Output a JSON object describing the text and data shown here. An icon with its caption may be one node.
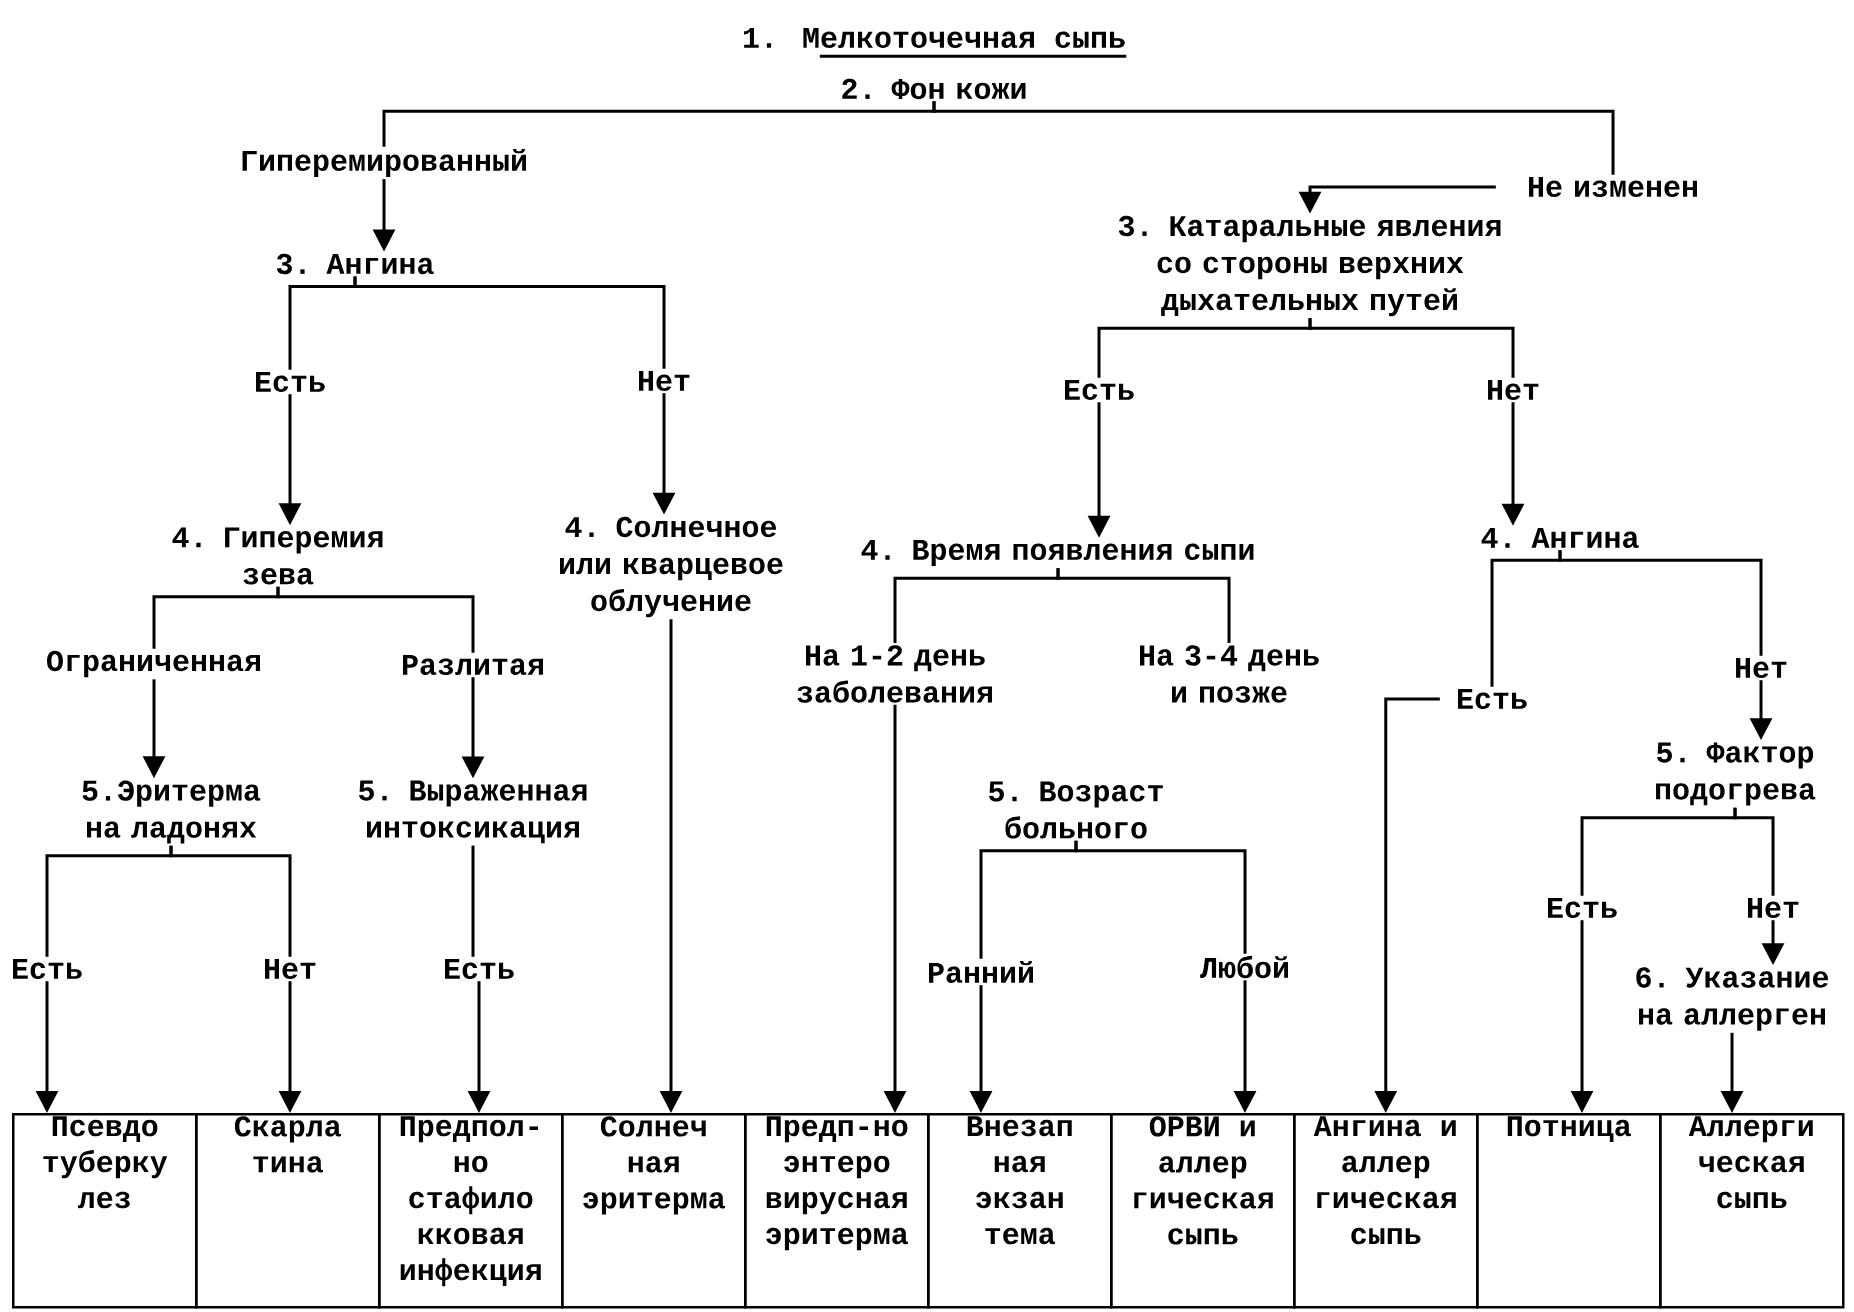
{
  "diagram": {
    "title": "1. Мелкоточечная сыпь",
    "nodes": [
      {
        "text": [
          "2. Фон кожи"
        ]
      },
      {
        "text": [
          "Гиперемированный"
        ]
      },
      {
        "text": [
          "Не изменен"
        ]
      },
      {
        "text": [
          "3. Ангина"
        ]
      },
      {
        "text": [
          "3. Катаральные явления со стороны верхних дыхательных путей"
        ]
      },
      {
        "text": [
          "Есть"
        ]
      },
      {
        "text": [
          "Нет"
        ]
      },
      {
        "text": [
          "Есть"
        ]
      },
      {
        "text": [
          "Нет"
        ]
      },
      {
        "text": [
          "4. Гиперемия зева"
        ]
      },
      {
        "text": [
          "4. Солнечное или кварцевое облучение"
        ]
      },
      {
        "text": [
          "4. Время появления сыпи"
        ]
      },
      {
        "text": [
          "4. Ангина"
        ]
      },
      {
        "text": [
          "Ограниченная"
        ]
      },
      {
        "text": [
          "Разлитая"
        ]
      },
      {
        "text": [
          "На 1-2 день заболевания"
        ]
      },
      {
        "text": [
          "На 3-4 день и позже"
        ]
      },
      {
        "text": [
          "Есть"
        ]
      },
      {
        "text": [
          "Нет"
        ]
      },
      {
        "text": [
          "5.Эритерма на ладонях"
        ]
      },
      {
        "text": [
          "5. Выраженная интоксикация"
        ]
      },
      {
        "text": [
          "5. Возраст больного"
        ]
      },
      {
        "text": [
          "5. Фактор подогрева"
        ]
      },
      {
        "text": [
          "Есть"
        ]
      },
      {
        "text": [
          "Нет"
        ]
      },
      {
        "text": [
          "Есть"
        ]
      },
      {
        "text": [
          "Ранний"
        ]
      },
      {
        "text": [
          "Любой"
        ]
      },
      {
        "text": [
          "Есть"
        ]
      },
      {
        "text": [
          "Нет"
        ]
      },
      {
        "text": [
          "6. Указание на аллерген"
        ]
      },
      {
        "text": [
          "Псевдо туберку лез"
        ]
      },
      {
        "text": [
          "Скарла тина"
        ]
      },
      {
        "text": [
          "Предпол- но стафило кковая инфекция"
        ]
      },
      {
        "text": [
          "Солнеч ная эритерма"
        ]
      },
      {
        "text": [
          "Предп-но энтеро вирусная эритерма"
        ]
      },
      {
        "text": [
          "Внезап ная экзан тема"
        ]
      },
      {
        "text": [
          "ОРВИ и аллер гическая сыпь"
        ]
      },
      {
        "text": [
          "Ангина и аллер гическая сыпь"
        ]
      },
      {
        "text": [
          "Потница"
        ]
      },
      {
        "text": [
          "Аллерги ческая сыпь"
        ]
      }
    ],
    "edges": [
      {
        "from": 0,
        "to": 1,
        "arrow": "none"
      },
      {
        "from": 0,
        "to": 2,
        "arrow": "none"
      },
      {
        "from": 1,
        "to": 3,
        "arrow": "to"
      },
      {
        "from": 2,
        "to": 4,
        "arrow": "to"
      },
      {
        "from": 3,
        "to": 5,
        "arrow": "none"
      },
      {
        "from": 3,
        "to": 6,
        "arrow": "none"
      },
      {
        "from": 4,
        "to": 7,
        "arrow": "none"
      },
      {
        "from": 4,
        "to": 8,
        "arrow": "none"
      },
      {
        "from": 5,
        "to": 9,
        "arrow": "to"
      },
      {
        "from": 6,
        "to": 10,
        "arrow": "to"
      },
      {
        "from": 7,
        "to": 11,
        "arrow": "to"
      },
      {
        "from": 8,
        "to": 12,
        "arrow": "to"
      },
      {
        "from": 9,
        "to": 13,
        "arrow": "none"
      },
      {
        "from": 9,
        "to": 14,
        "arrow": "none"
      },
      {
        "from": 10,
        "to": 34,
        "arrow": "to"
      },
      {
        "from": 11,
        "to": 15,
        "arrow": "none"
      },
      {
        "from": 11,
        "to": 16,
        "arrow": "none"
      },
      {
        "from": 12,
        "to": 17,
        "arrow": "none"
      },
      {
        "from": 12,
        "to": 18,
        "arrow": "none"
      },
      {
        "from": 13,
        "to": 19,
        "arrow": "to"
      },
      {
        "from": 14,
        "to": 20,
        "arrow": "to"
      },
      {
        "from": 15,
        "to": 35,
        "arrow": "to"
      },
      {
        "from": 17,
        "to": 38,
        "arrow": "to"
      },
      {
        "from": 18,
        "to": 22,
        "arrow": "to"
      },
      {
        "from": 19,
        "to": 23,
        "arrow": "none"
      },
      {
        "from": 19,
        "to": 24,
        "arrow": "none"
      },
      {
        "from": 20,
        "to": 25,
        "arrow": "none"
      },
      {
        "from": 21,
        "to": 26,
        "arrow": "none"
      },
      {
        "from": 21,
        "to": 27,
        "arrow": "none"
      },
      {
        "from": 22,
        "to": 28,
        "arrow": "none"
      },
      {
        "from": 22,
        "to": 29,
        "arrow": "none"
      },
      {
        "from": 23,
        "to": 31,
        "arrow": "to"
      },
      {
        "from": 24,
        "to": 32,
        "arrow": "to"
      },
      {
        "from": 25,
        "to": 33,
        "arrow": "to"
      },
      {
        "from": 26,
        "to": 36,
        "arrow": "to"
      },
      {
        "from": 27,
        "to": 37,
        "arrow": "to"
      },
      {
        "from": 28,
        "to": 39,
        "arrow": "to"
      },
      {
        "from": 29,
        "to": 30,
        "arrow": "to"
      },
      {
        "from": 30,
        "to": 40,
        "arrow": "to"
      }
    ]
  }
}
